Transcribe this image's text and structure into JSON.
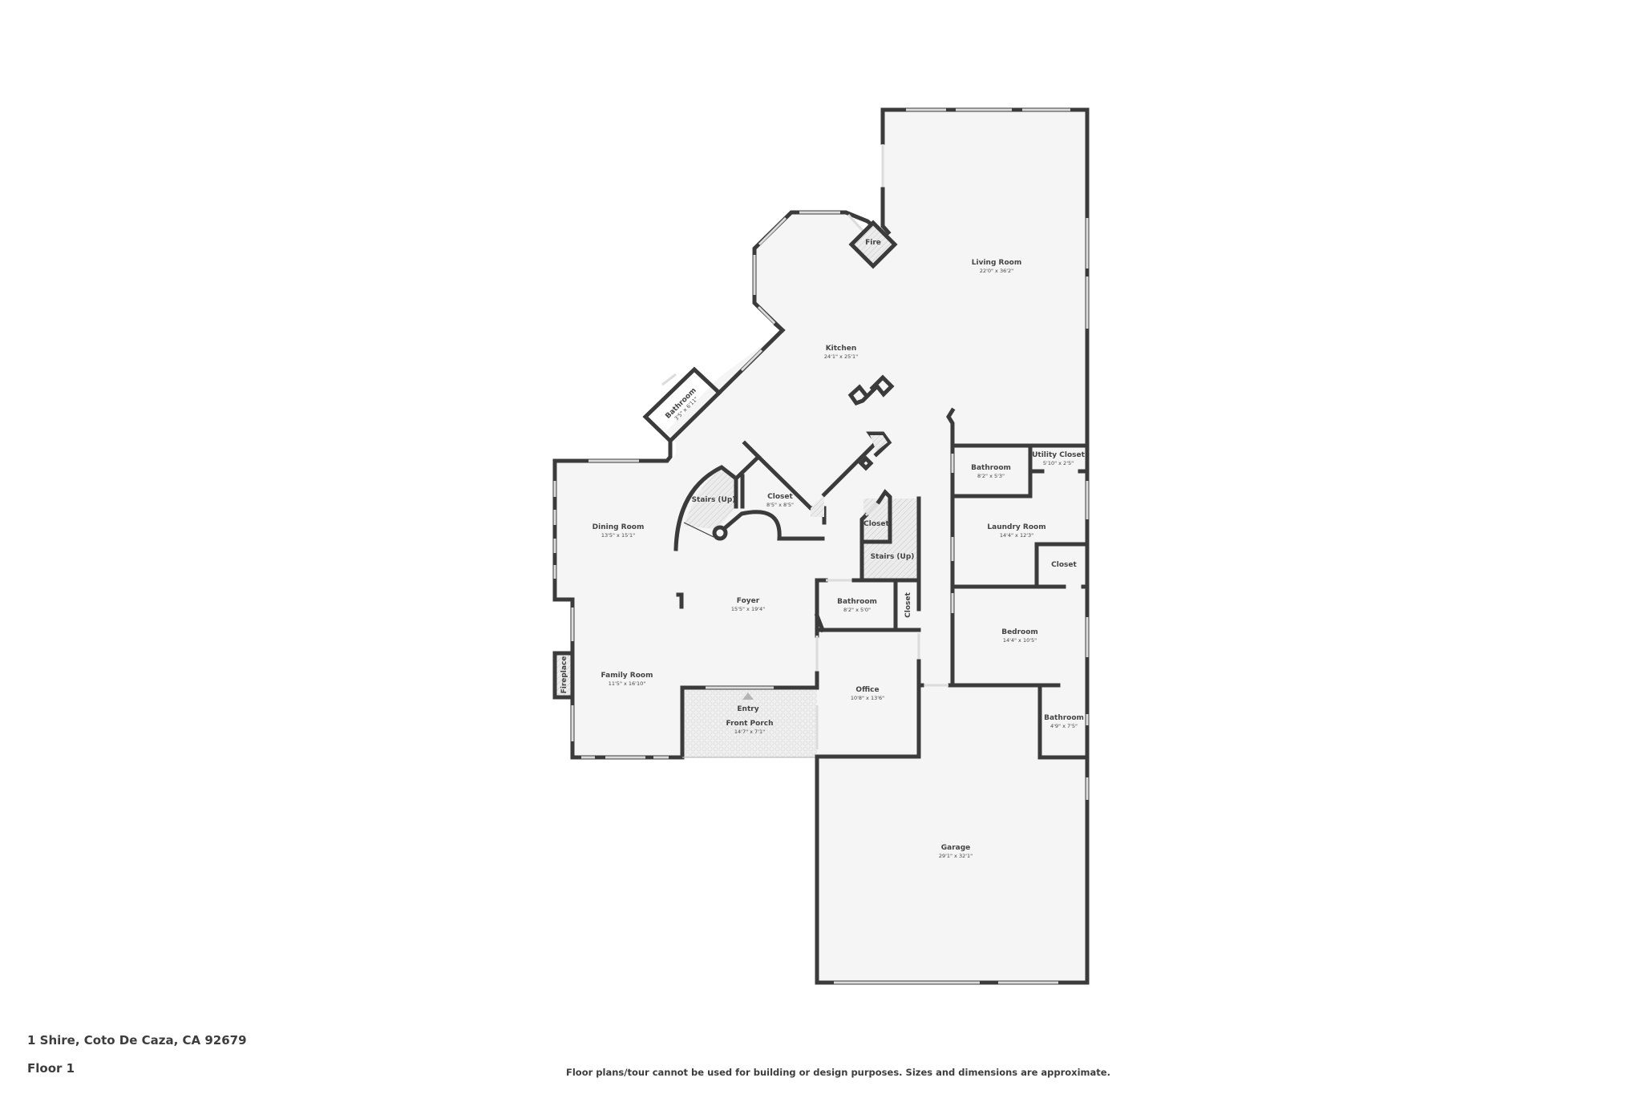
{
  "footer": {
    "address": "1 Shire, Coto De Caza, CA 92679",
    "floor": "Floor 1",
    "disclaimer": "Floor plans/tour cannot be used for building or design purposes. Sizes and dimensions are approximate."
  },
  "colors": {
    "wall": "#3b3b3b",
    "floor": "#f5f5f5",
    "text": "#444444",
    "background": "#ffffff"
  },
  "rooms": {
    "living_room": {
      "name": "Living Room",
      "dims": "22'0\" x 36'2\""
    },
    "fire": {
      "name": "Fire"
    },
    "kitchen": {
      "name": "Kitchen",
      "dims": "24'1\" x 25'1\""
    },
    "bathroom_nw": {
      "name": "Bathroom",
      "dims": "3'5\" x 6'11\""
    },
    "dining_room": {
      "name": "Dining Room",
      "dims": "13'5\" x 15'1\""
    },
    "stairs_left": {
      "name": "Stairs (Up)"
    },
    "closet_center": {
      "name": "Closet",
      "dims": "8'5\" x 8'5\""
    },
    "closet_small": {
      "name": "Closet"
    },
    "stairs_right": {
      "name": "Stairs (Up)"
    },
    "bathroom_upper_right": {
      "name": "Bathroom",
      "dims": "8'2\" x 5'3\""
    },
    "utility_closet": {
      "name": "Utility Closet",
      "dims": "5'10\" x 2'5\""
    },
    "laundry_room": {
      "name": "Laundry Room",
      "dims": "14'4\" x 12'3\""
    },
    "closet_laundry": {
      "name": "Closet"
    },
    "foyer": {
      "name": "Foyer",
      "dims": "15'5\" x 19'4\""
    },
    "bathroom_center": {
      "name": "Bathroom",
      "dims": "8'2\" x 5'0\""
    },
    "closet_vertical": {
      "name": "Closet"
    },
    "bedroom": {
      "name": "Bedroom",
      "dims": "14'4\" x 10'5\""
    },
    "fireplace": {
      "name": "Fireplace"
    },
    "family_room": {
      "name": "Family Room",
      "dims": "11'5\" x 16'10\""
    },
    "entry": {
      "name": "Entry"
    },
    "front_porch": {
      "name": "Front Porch",
      "dims": "14'7\" x 7'1\""
    },
    "office": {
      "name": "Office",
      "dims": "10'8\" x 13'6\""
    },
    "bathroom_garage": {
      "name": "Bathroom",
      "dims": "4'9\" x 7'5\""
    },
    "garage": {
      "name": "Garage",
      "dims": "29'1\" x 32'1\""
    }
  }
}
